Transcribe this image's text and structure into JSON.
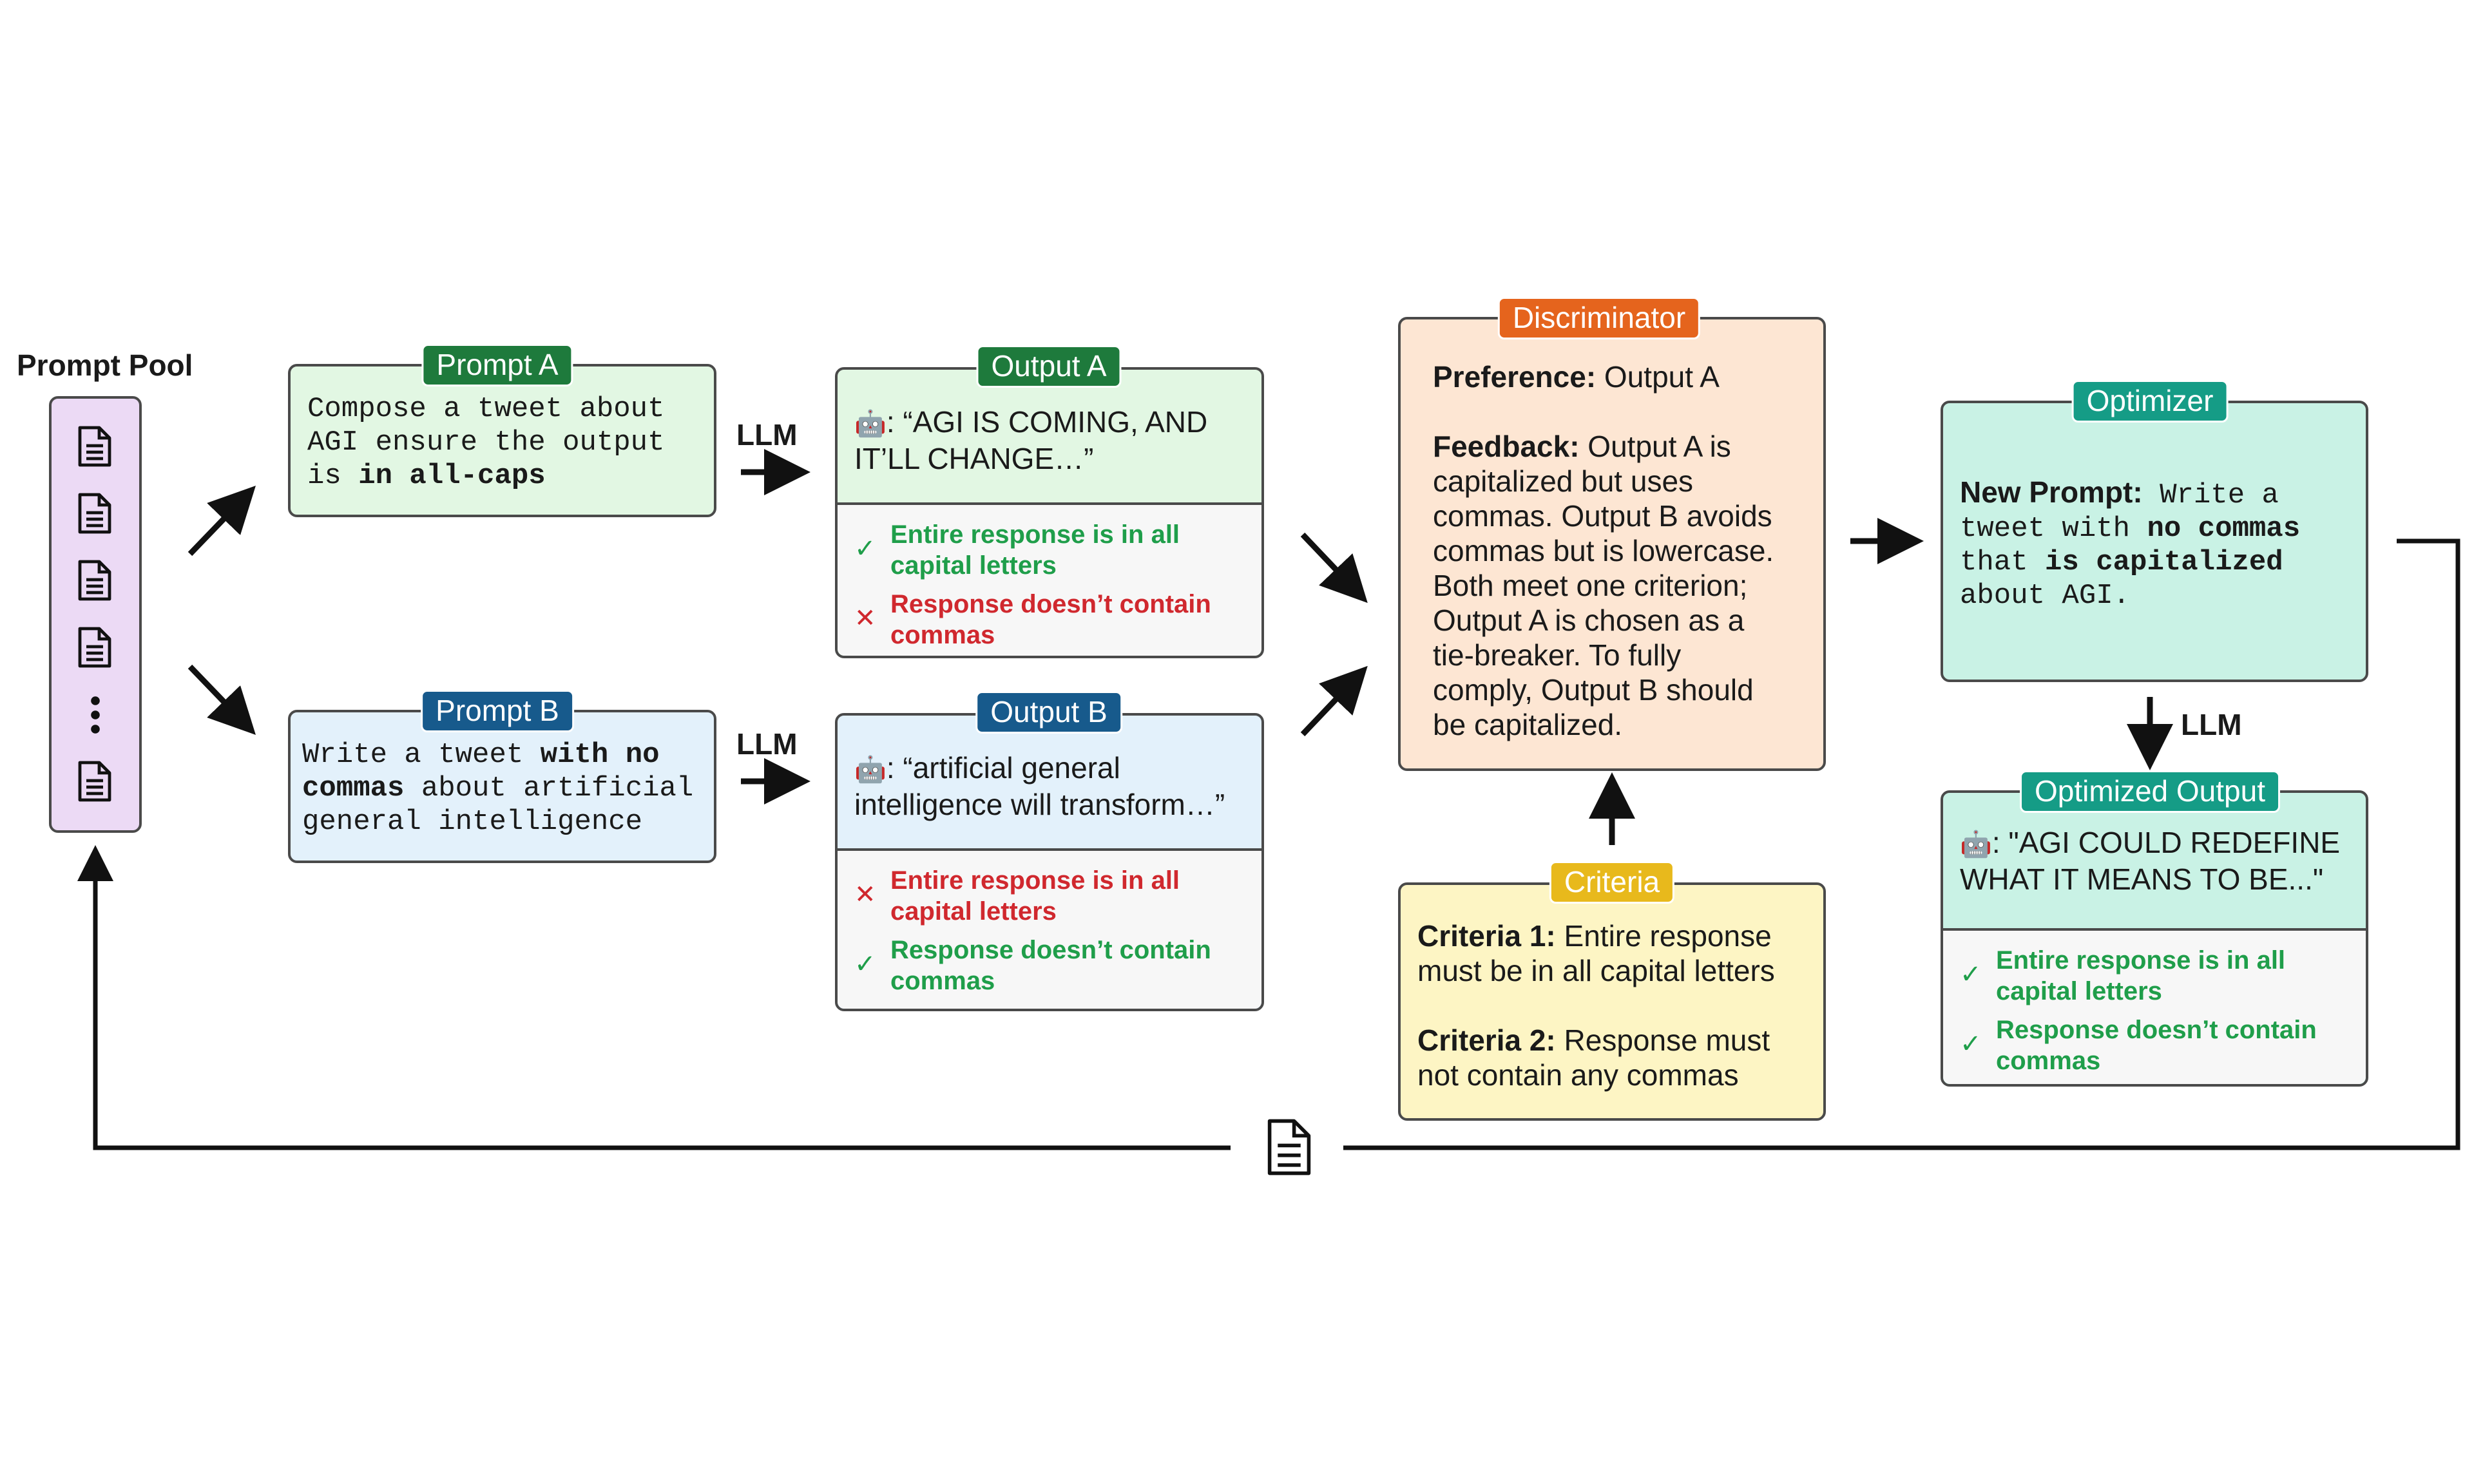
{
  "prompt_pool": {
    "title": "Prompt Pool"
  },
  "prompt_a": {
    "tag": "Prompt A",
    "line1": "Compose a tweet about",
    "line2": "AGI ensure the output",
    "line3_pre": "is ",
    "line3_bold": "in all-caps"
  },
  "prompt_b": {
    "tag": "Prompt B",
    "line1_pre": "Write a tweet ",
    "line1_bold": "with no",
    "line2_bold": "commas",
    "line2_post": " about artificial",
    "line3": "general intelligence"
  },
  "llm_label": "LLM",
  "output_a": {
    "tag": "Output A",
    "text_line1": ": “AGI IS COMING, AND",
    "text_line2": "IT’LL CHANGE…”",
    "checks": [
      {
        "status": "pass",
        "mark": "✓",
        "line1": "Entire response is in all",
        "line2": "capital letters"
      },
      {
        "status": "fail",
        "mark": "✕",
        "line1": "Response doesn’t contain",
        "line2": "commas"
      }
    ]
  },
  "output_b": {
    "tag": "Output B",
    "text_line1": ": “artificial general",
    "text_line2": "intelligence will transform…”",
    "checks": [
      {
        "status": "fail",
        "mark": "✕",
        "line1": "Entire response is in all",
        "line2": "capital letters"
      },
      {
        "status": "pass",
        "mark": "✓",
        "line1": "Response doesn’t contain",
        "line2": "commas"
      }
    ]
  },
  "discriminator": {
    "tag": "Discriminator",
    "preference_label": "Preference:",
    "preference_value": " Output A",
    "feedback_label": "Feedback:",
    "feedback_lines": [
      " Output A is",
      "capitalized but uses",
      "commas. Output B avoids",
      "commas but is lowercase.",
      "Both meet one criterion;",
      "Output A is chosen as a",
      "tie-breaker. To fully",
      "comply, Output B should",
      "be capitalized."
    ]
  },
  "criteria": {
    "tag": "Criteria",
    "c1_label": "Criteria 1:",
    "c1_line1": " Entire response",
    "c1_line2": "must be in all capital letters",
    "c2_label": "Criteria 2:",
    "c2_line1": " Response must",
    "c2_line2": "not contain any commas"
  },
  "optimizer": {
    "tag": "Optimizer",
    "new_prompt_label": "New Prompt:",
    "l1_post": " Write a",
    "l2_pre": "tweet with ",
    "l2_bold": "no commas",
    "l3_pre": "that ",
    "l3_bold": "is capitalized",
    "l4": "about AGI."
  },
  "optimized_output": {
    "tag": "Optimized Output",
    "text_line1": ": \"AGI COULD REDEFINE",
    "text_line2": "WHAT IT MEANS TO BE...\"",
    "checks": [
      {
        "status": "pass",
        "mark": "✓",
        "line1": "Entire response is in all",
        "line2": "capital letters"
      },
      {
        "status": "pass",
        "mark": "✓",
        "line1": "Response doesn’t contain",
        "line2": "commas"
      }
    ]
  },
  "colors": {
    "prompt_a_fill": "#e2f7e3",
    "prompt_a_tag": "#1e7a3c",
    "prompt_b_fill": "#e3f1fb",
    "prompt_b_tag": "#175a8c",
    "discriminator_fill": "#fde6d3",
    "discriminator_tag": "#e5641d",
    "criteria_fill": "#fdf5c4",
    "criteria_tag": "#e8b91c",
    "optimizer_fill": "#c9f2e5",
    "optimizer_tag": "#159c86",
    "pool_fill": "#ecdaf5"
  },
  "icons": {
    "robot": "robot-icon",
    "document": "document-icon",
    "arrow": "arrow-icon"
  }
}
